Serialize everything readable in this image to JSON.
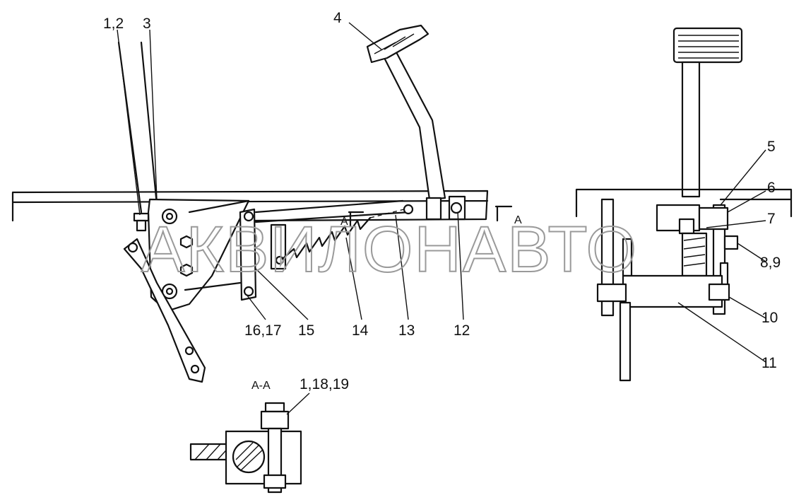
{
  "watermark": "АКВИЛОНАВТО",
  "section_label": "А-А",
  "section_mark": "А",
  "callouts": [
    {
      "id": "c12",
      "text": "1,2"
    },
    {
      "id": "c3",
      "text": "3"
    },
    {
      "id": "c4",
      "text": "4"
    },
    {
      "id": "c5",
      "text": "5"
    },
    {
      "id": "c6",
      "text": "6"
    },
    {
      "id": "c7",
      "text": "7"
    },
    {
      "id": "c89",
      "text": "8,9"
    },
    {
      "id": "c10",
      "text": "10"
    },
    {
      "id": "c11",
      "text": "11"
    },
    {
      "id": "c12b",
      "text": "12"
    },
    {
      "id": "c13",
      "text": "13"
    },
    {
      "id": "c14",
      "text": "14"
    },
    {
      "id": "c15",
      "text": "15"
    },
    {
      "id": "c1617",
      "text": "16,17"
    },
    {
      "id": "c11819",
      "text": "1,18,19"
    }
  ]
}
